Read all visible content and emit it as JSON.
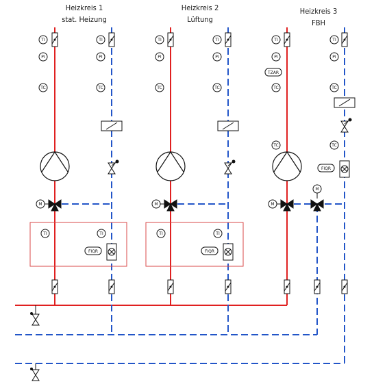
{
  "circuits": [
    {
      "title": "Heizkreis 1",
      "subtitle": "stat. Heizung"
    },
    {
      "title": "Heizkreis 2",
      "subtitle": "Lüftung"
    },
    {
      "title": "Heizkreis 3",
      "subtitle": "FBH"
    }
  ],
  "instrument_tags": {
    "ti": "TI",
    "pi": "PI",
    "tc": "TC",
    "tzar": "TZAR",
    "fiqr": "FIQR",
    "motor": "M"
  },
  "colors": {
    "supply": "#e02020",
    "return": "#2255c8",
    "group_box": "#d84848",
    "symbols": "#111111"
  }
}
